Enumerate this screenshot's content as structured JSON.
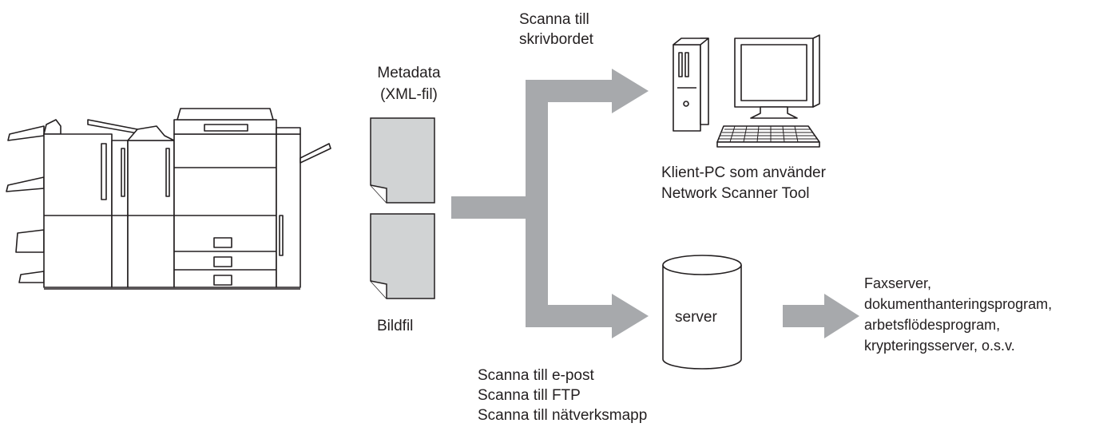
{
  "labels": {
    "metadata_line1": "Metadata",
    "metadata_line2": "(XML-fil)",
    "image_file": "Bildfil",
    "desktop_line1": "Scanna till",
    "desktop_line2": "skrivbordet",
    "client_line1": "Klient-PC som använder",
    "client_line2": "Network Scanner Tool",
    "server": "server",
    "methods": [
      "Scanna till e-post",
      "Scanna till FTP",
      "Scanna till nätverksmapp"
    ],
    "destinations": [
      "Faxserver,",
      "dokumenthanteringsprogram,",
      "arbetsflödesprogram,",
      "krypteringsserver, o.s.v."
    ]
  },
  "colors": {
    "arrow": "#a7a9ac",
    "document_fill": "#d1d3d4",
    "outline": "#231f20"
  }
}
